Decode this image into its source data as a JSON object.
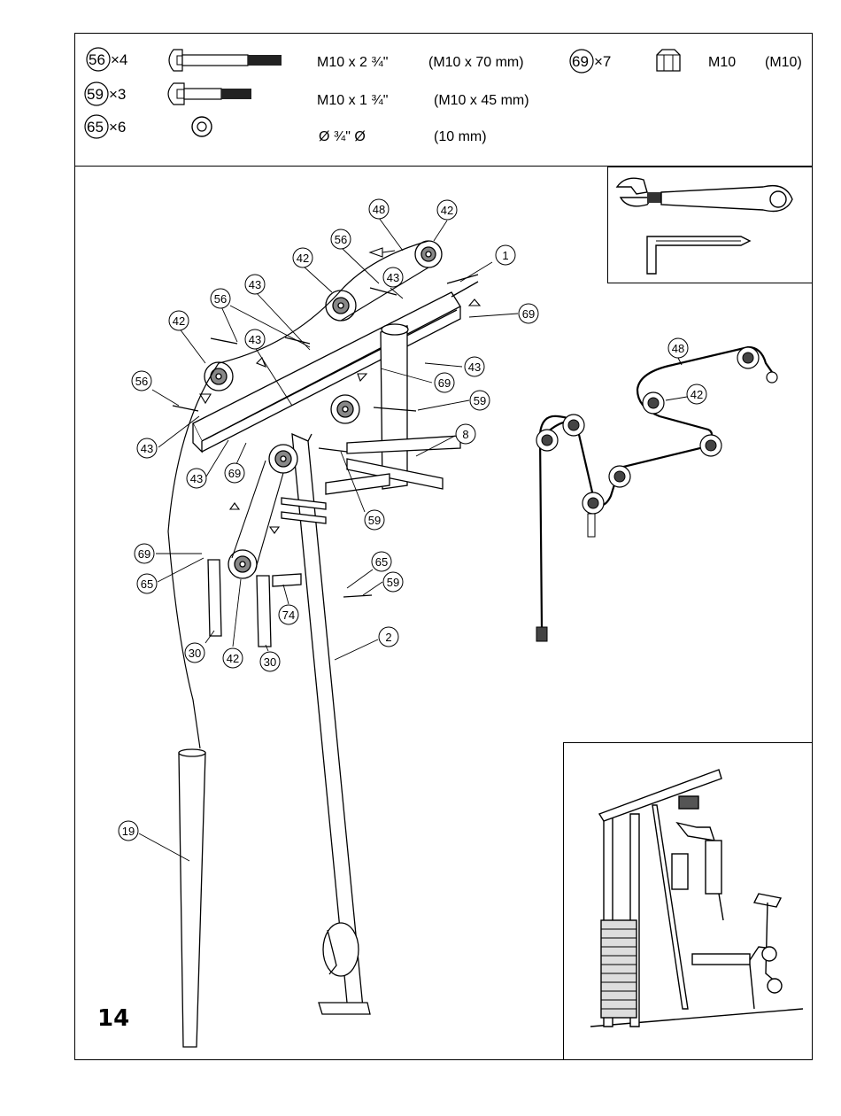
{
  "page": {
    "number": "14"
  },
  "hardware": [
    {
      "part": "56",
      "qty": "×4",
      "spec": "M10 x 2 ¾\"",
      "metric": "(M10 x 70 mm)",
      "icon": "long-bolt-icon"
    },
    {
      "part": "59",
      "qty": "×3",
      "spec": "M10 x 1 ¾\"",
      "metric": "(M10 x 45 mm)",
      "icon": "short-bolt-icon"
    },
    {
      "part": "65",
      "qty": "×6",
      "spec": "Ø ¾\"  Ø",
      "metric": "(10 mm)",
      "icon": "washer-icon"
    },
    {
      "part": "69",
      "qty": "×7",
      "spec": "M10",
      "metric": "(M10)",
      "icon": "nut-icon"
    }
  ],
  "callouts": [
    "48",
    "42",
    "56",
    "43",
    "1",
    "42",
    "43",
    "56",
    "43",
    "69",
    "42",
    "56",
    "43",
    "69",
    "59",
    "8",
    "43",
    "43",
    "69",
    "59",
    "69",
    "65",
    "65",
    "59",
    "74",
    "2",
    "30",
    "42",
    "30",
    "19",
    "48",
    "42"
  ],
  "tools": [
    "wrench-icon",
    "allen-key-icon"
  ],
  "inset": {
    "icon": "home-gym-assembled-icon"
  }
}
